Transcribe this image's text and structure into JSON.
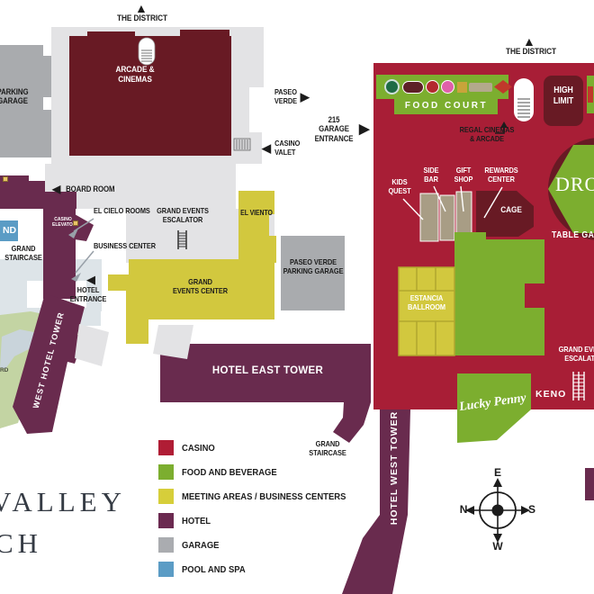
{
  "palette": {
    "casino": "#a81e36",
    "casinoDark": "#681a24",
    "green": "#7cae2f",
    "yellow": "#d2c83e",
    "yellowLine": "#b1a72e",
    "hotel": "#692b4e",
    "garage": "#a9abae",
    "concourse": "#e3e3e5",
    "deck": "#dde4e8",
    "poolGreen": "#c3d4a3",
    "lagoon": "#c9d4db",
    "tan": "#a89d85",
    "gold": "#eac468",
    "pool": "#5b9cc5",
    "ink": "#1c1c1c",
    "logoInk": "#353b44",
    "leader": "#98a0a8"
  },
  "left_map": {
    "district": "THE DISTRICT",
    "parking_garage": "PARKING\nGARAGE",
    "arcade": "ARCADE &\nCINEMAS",
    "paseo_verde": "PASEO\nVERDE",
    "casino_valet": "CASINO\nVALET",
    "garage_215": "215\nGARAGE\nENTRANCE",
    "board_room": "BOARD ROOM",
    "grand_staircase": "GRAND\nSTAIRCASE",
    "el_cielo": "EL CIELO ROOMS",
    "business_center": "BUSINESS CENTER",
    "casino_elevator": "CASINO\nELEVATOR",
    "pool_sign": "ND",
    "backyard": "RD",
    "hotel_entrance": "HOTEL\nENTRANCE",
    "events_escalator": "GRAND EVENTS\nESCALATOR",
    "el_viento": "EL VIENTO",
    "events_center": "GRAND\nEVENTS CENTER",
    "paseo_garage": "PASEO VERDE\nPARKING GARAGE",
    "east_tower": "HOTEL EAST TOWER",
    "west_tower": "WEST HOTEL TOWER",
    "staircase_center": "GRAND\nSTAIRCASE"
  },
  "right_map": {
    "district": "THE DISTRICT",
    "food_court": "FOOD COURT",
    "regal": "REGAL CINEMAS\n& ARCADE",
    "high_limit": "HIGH\nLIMIT",
    "kids_quest": "KIDS\nQUEST",
    "side_bar": "SIDE\nBAR",
    "gift_shop": "GIFT\nSHOP",
    "rewards_center": "REWARDS\nCENTER",
    "cage": "CAGE",
    "drop_bar": "DROP",
    "table_games": "TABLE GAMES",
    "estancia": "ESTANCIA\nBALLROOM",
    "events_escalator": "GRAND EVENTS\nESCALATOR",
    "keno": "KENO",
    "lucky_penny": "Lucky Penny",
    "west_tower": "HOTEL WEST TOWER"
  },
  "legend": {
    "items": [
      {
        "label": "CASINO",
        "color": "#b01d35"
      },
      {
        "label": "FOOD AND BEVERAGE",
        "color": "#7cae2f"
      },
      {
        "label": "MEETING AREAS / BUSINESS CENTERS",
        "color": "#d6ce3a"
      },
      {
        "label": "HOTEL",
        "color": "#6b2a50"
      },
      {
        "label": "GARAGE",
        "color": "#aaacb0"
      },
      {
        "label": "POOL AND SPA",
        "color": "#5b9cc5"
      }
    ]
  },
  "compass": {
    "top": "E",
    "left": "N",
    "right": "S",
    "bottom": "W"
  },
  "logo": {
    "line1": "VALLEY",
    "line2": "CH"
  },
  "food_court_logos": [
    {
      "name": "starbucks-logo",
      "color": "#1e6b45"
    },
    {
      "name": "capriottis-logo",
      "color": "#5d2026"
    },
    {
      "name": "pizza-logo",
      "color": "#b3292f"
    },
    {
      "name": "baskin-robbins-logo",
      "color": "#e05fa9"
    },
    {
      "name": "gold-logo",
      "color": "#c9a43a"
    },
    {
      "name": "sign-logo",
      "color": "#b3a98c"
    },
    {
      "name": "fatburger-logo",
      "color": "#c0392b"
    }
  ]
}
